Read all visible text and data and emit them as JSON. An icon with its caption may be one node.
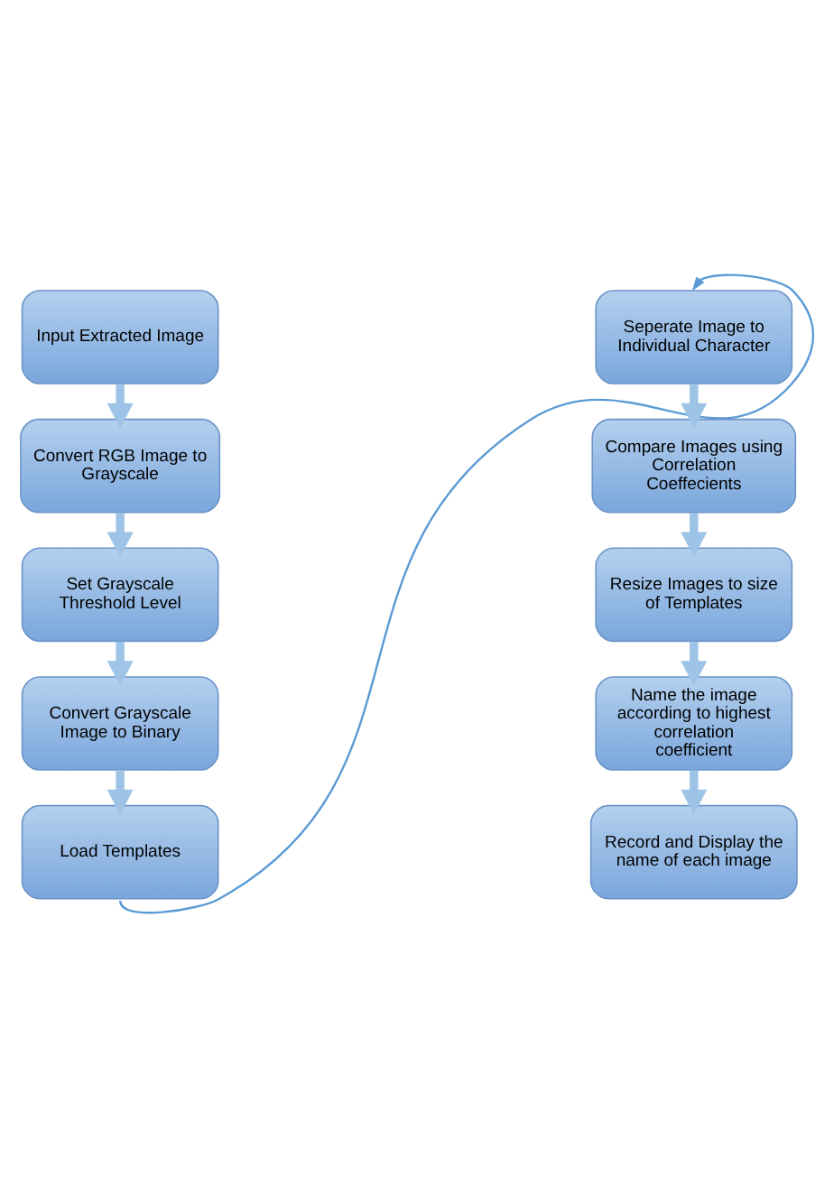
{
  "diagram": {
    "nodes": [
      {
        "text": [
          "Input Extracted Image"
        ]
      },
      {
        "text": [
          "Convert RGB Image to Grayscale"
        ]
      },
      {
        "text": [
          "Set Grayscale Threshold Level"
        ]
      },
      {
        "text": [
          "Convert Grayscale Image to Binary"
        ]
      },
      {
        "text": [
          "Load Templates"
        ]
      },
      {
        "text": [
          "Seperate Image to Individual Character"
        ]
      },
      {
        "text": [
          "Compare Images using Correlation Coeffecients"
        ]
      },
      {
        "text": [
          "Resize Images to size of Templates"
        ]
      },
      {
        "text": [
          "Name the image according to highest correlation coefficient"
        ]
      },
      {
        "text": [
          "Record and Display the name of each image"
        ]
      }
    ],
    "edges": [
      {
        "from": 0,
        "to": 1,
        "arrow": "to"
      },
      {
        "from": 1,
        "to": 2,
        "arrow": "to"
      },
      {
        "from": 2,
        "to": 3,
        "arrow": "to"
      },
      {
        "from": 3,
        "to": 4,
        "arrow": "to"
      },
      {
        "from": 4,
        "to": 5,
        "arrow": "to",
        "color": "#5b9bd5"
      },
      {
        "from": 5,
        "to": 6,
        "arrow": "to"
      },
      {
        "from": 6,
        "to": 7,
        "arrow": "to"
      },
      {
        "from": 7,
        "to": 8,
        "arrow": "to"
      },
      {
        "from": 8,
        "to": 9,
        "arrow": "to"
      }
    ]
  }
}
